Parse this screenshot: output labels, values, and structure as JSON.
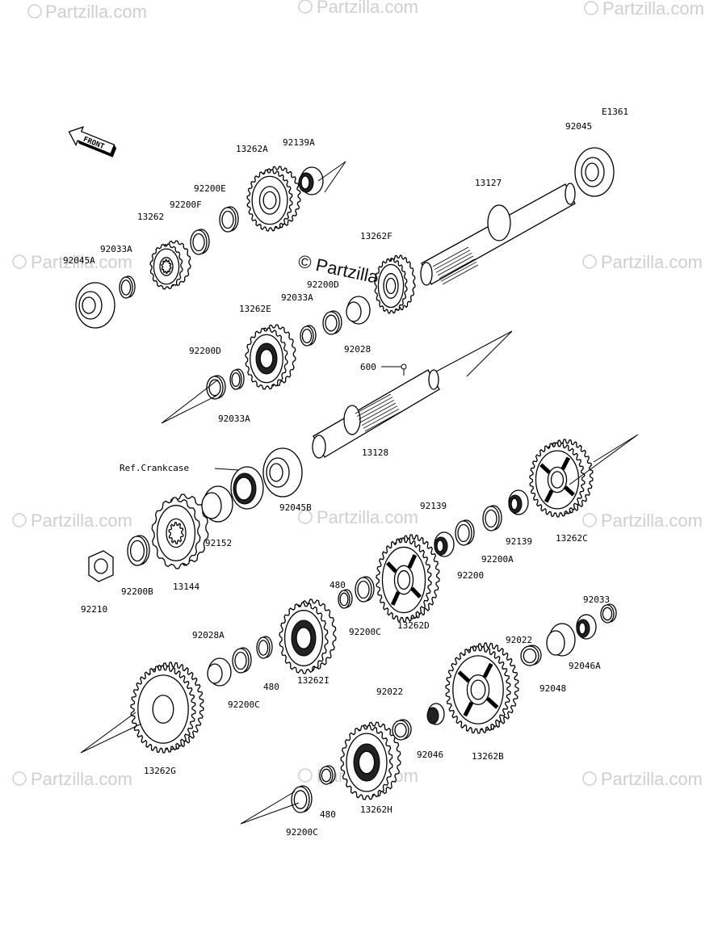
{
  "diagram_code": "E1361",
  "front_label": "FRONT",
  "watermark": {
    "text": "Partzilla.com",
    "symbol": "©",
    "center_text": "© Partzilla.com"
  },
  "labels": {
    "p13262a": "13262A",
    "p92139a": "92139A",
    "p92045": "92045",
    "p92200e": "92200E",
    "p92200f": "92200F",
    "p13262": "13262",
    "p92033a_1": "92033A",
    "p92045a": "92045A",
    "p13127": "13127",
    "p13262f": "13262F",
    "p92200d_1": "92200D",
    "p92033a_2": "92033A",
    "p13262e": "13262E",
    "p92028": "92028",
    "p92200d_2": "92200D",
    "p600": "600",
    "p92033a_3": "92033A",
    "p13128": "13128",
    "ref_crankcase": "Ref.Crankcase",
    "p92045b": "92045B",
    "p92139_1": "92139",
    "p92152": "92152",
    "p92200a": "92200A",
    "p92139_2": "92139",
    "p13262c": "13262C",
    "p92200": "92200",
    "p92200b": "92200B",
    "p13144": "13144",
    "p92210": "92210",
    "p480_1": "480",
    "p13262d": "13262D",
    "p92200c_1": "92200C",
    "p92033": "92033",
    "p92022_1": "92022",
    "p92028a": "92028A",
    "p92046a": "92046A",
    "p13262i": "13262I",
    "p480_2": "480",
    "p92048": "92048",
    "p92200c_2": "92200C",
    "p92022_2": "92022",
    "p13262g": "13262G",
    "p92046": "92046",
    "p13262b": "13262B",
    "p480_3": "480",
    "p13262h": "13262H",
    "p92200c_3": "92200C"
  }
}
